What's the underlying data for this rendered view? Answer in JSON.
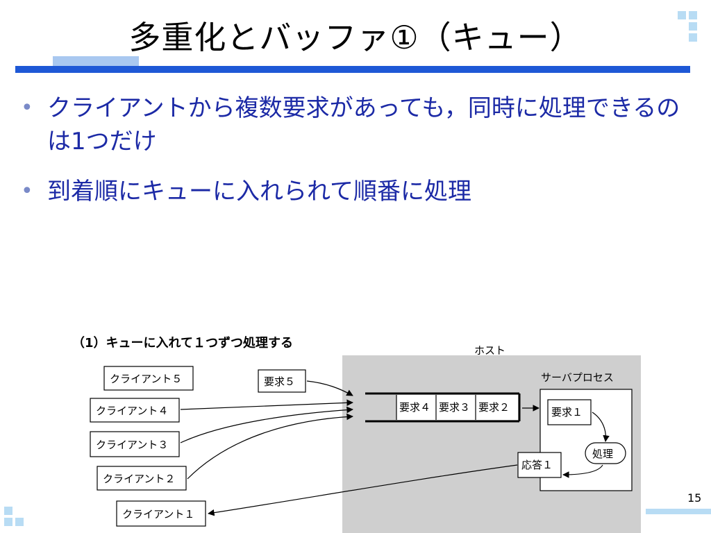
{
  "slide": {
    "title": "多重化とバッファ①（キュー）",
    "page_number": "15"
  },
  "bullets": [
    "クライアントから複数要求があっても，同時に処理できるのは1つだけ",
    "到着順にキューに入れられて順番に処理"
  ],
  "diagram": {
    "caption": "（1）キューに入れて１つずつ処理する",
    "host_label": "ホスト",
    "server_label": "サーバプロセス",
    "clients": [
      "クライアント５",
      "クライアント４",
      "クライアント３",
      "クライアント２",
      "クライアント１"
    ],
    "incoming_request": "要求５",
    "queue_items": [
      "要求４",
      "要求３",
      "要求２"
    ],
    "current_request": "要求１",
    "process_label": "処理",
    "response_label": "応答１"
  },
  "colors": {
    "title_bar": "#1e58d6",
    "title_bar_light": "#a9c8f0",
    "bullet_text": "#1c2aa6",
    "host_fill": "#cfcfcf",
    "corner_squares": "#b8dcf4"
  }
}
